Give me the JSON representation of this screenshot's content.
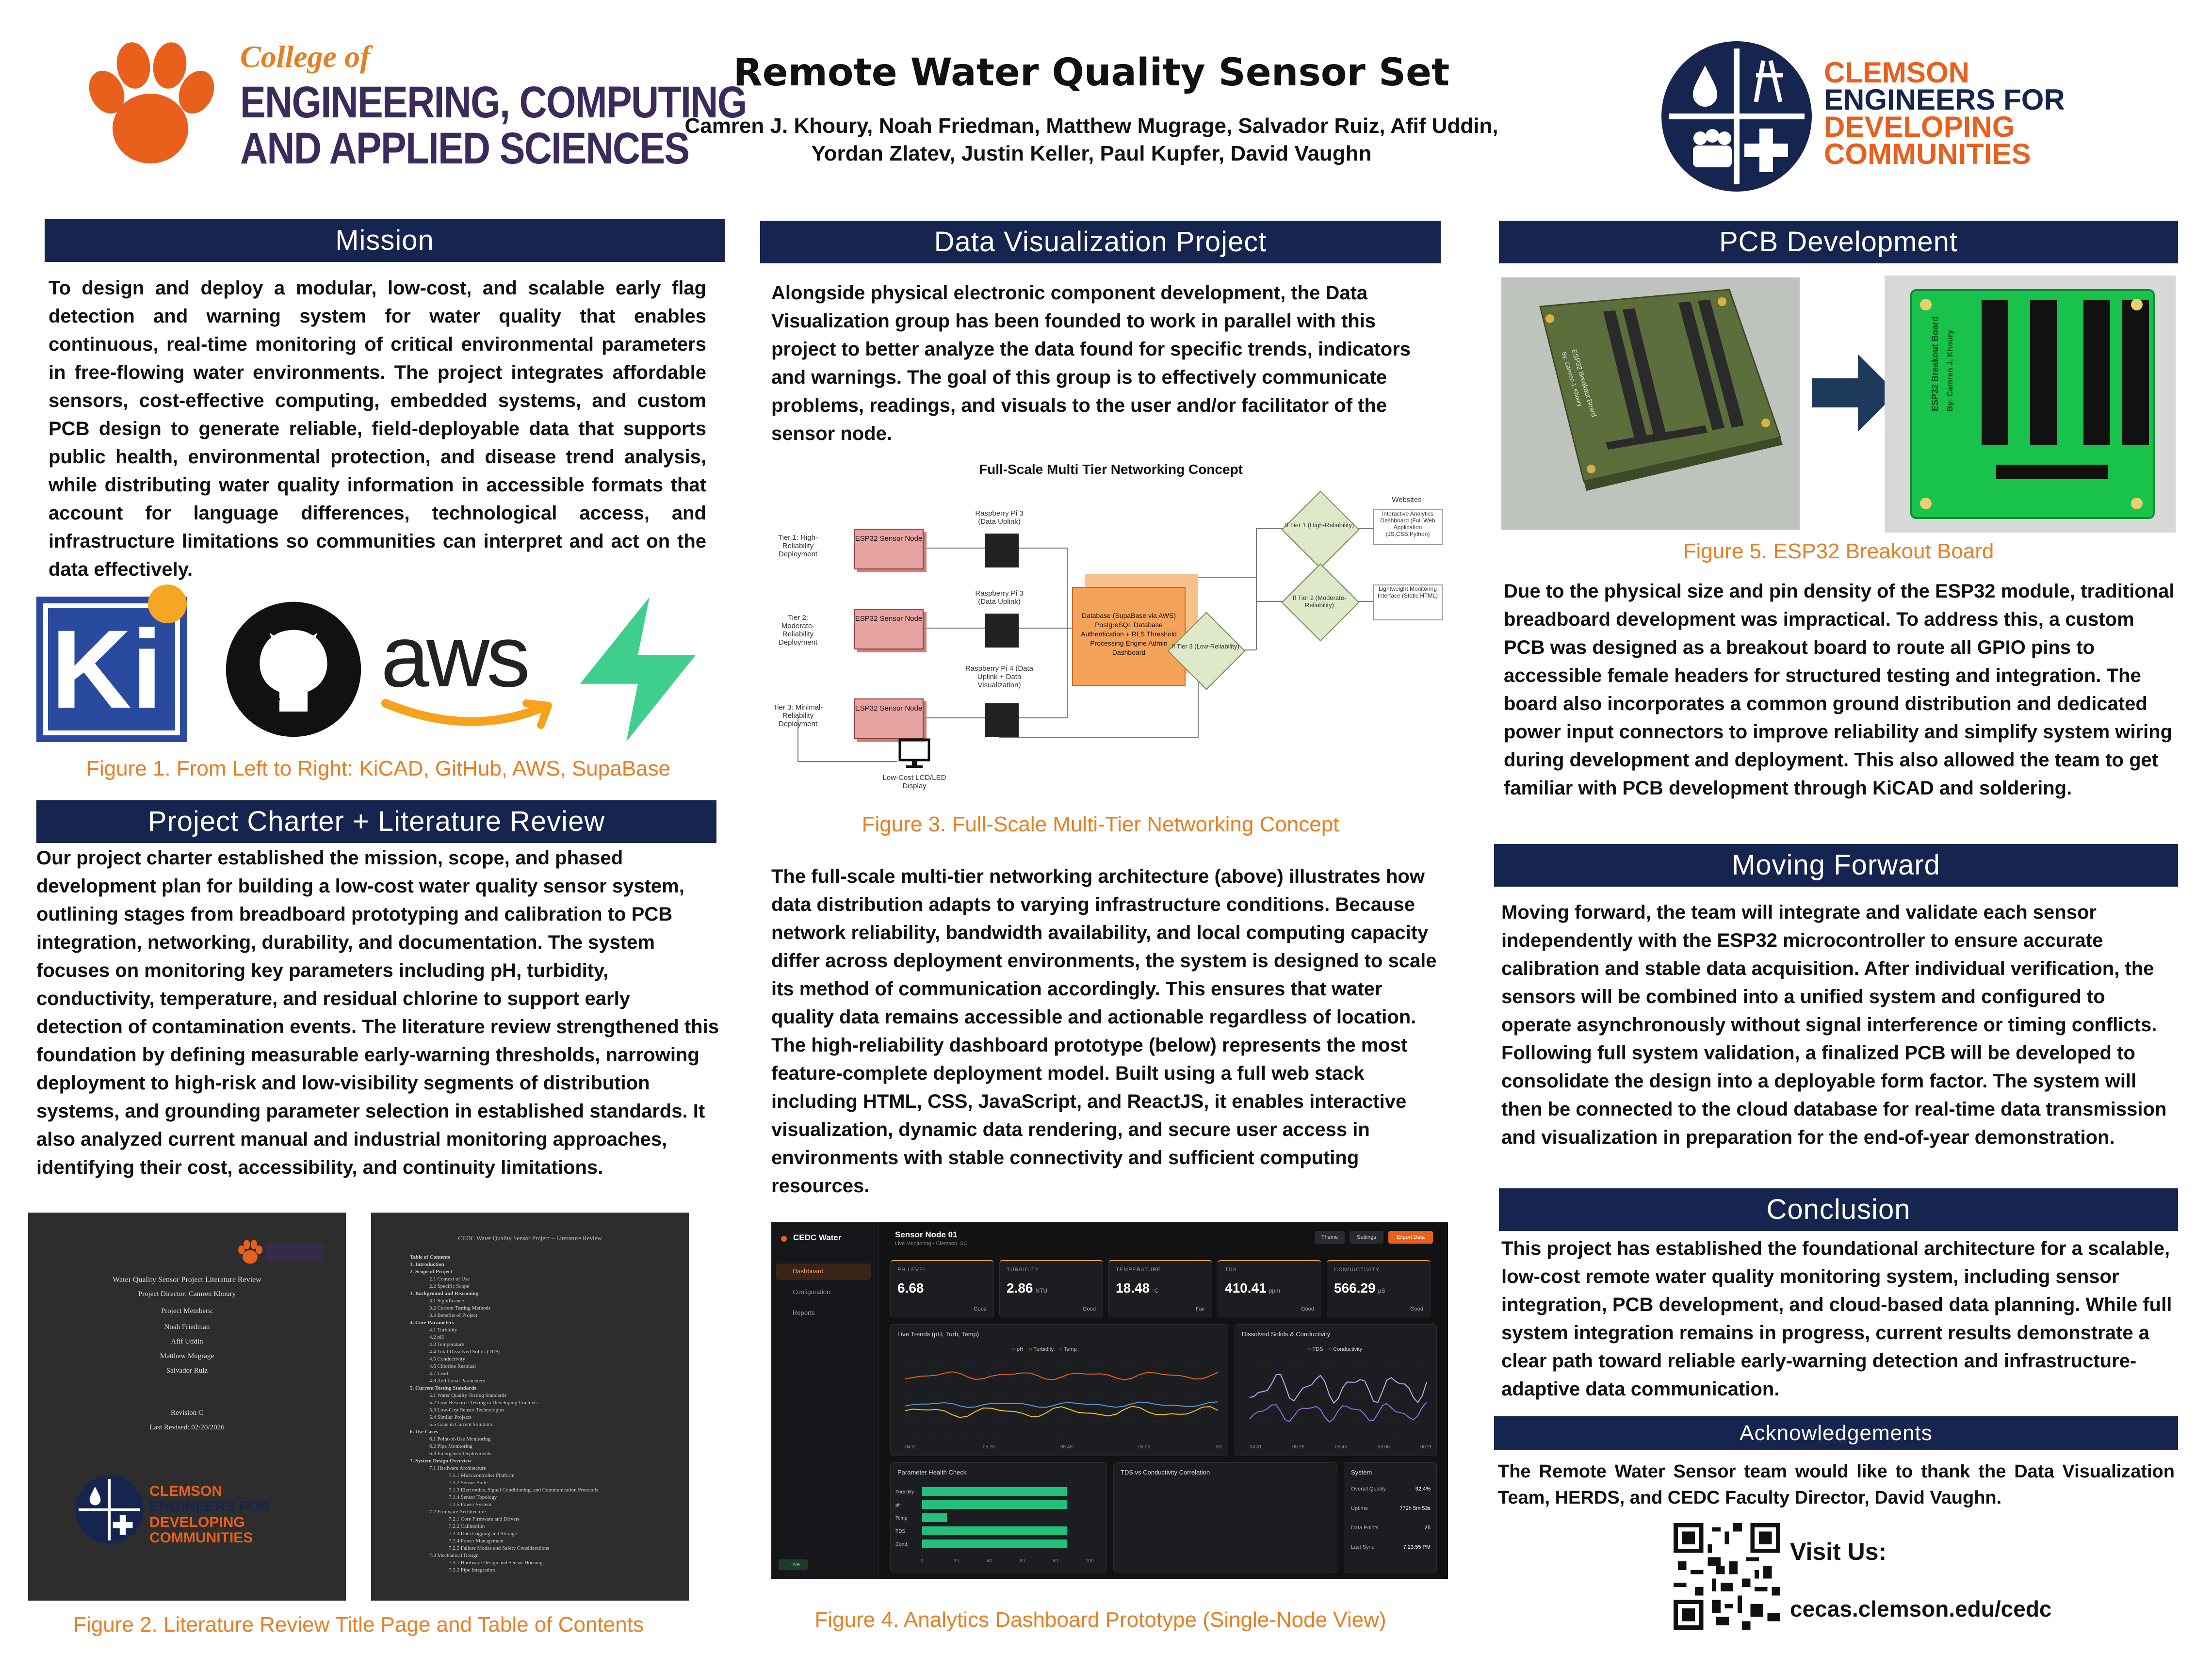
{
  "title": "Remote Water Quality Sensor Set",
  "authors_line1": "Camren J. Khoury, Noah Friedman, Matthew Mugrage, Salvador Ruiz, Afif Uddin,",
  "authors_line2": "Yordan Zlatev, Justin Keller, Paul Kupfer, David Vaughn",
  "logo_left": {
    "top": "College of",
    "line1": "ENGINEERING, COMPUTING",
    "line2": "AND APPLIED SCIENCES"
  },
  "logo_right": {
    "l1": "CLEMSON",
    "l2": "ENGINEERS FOR",
    "l3": "DEVELOPING",
    "l4": "COMMUNITIES"
  },
  "colors": {
    "header_bg": "#16254f",
    "caption": "#e67e22",
    "clemson_orange": "#e8601c"
  },
  "mission": {
    "header": "Mission",
    "text": "To design and deploy a modular, low-cost, and scalable early flag detection and warning system for water quality that enables continuous, real-time monitoring of critical environmental parameters in free-flowing water environments. The project integrates affordable sensors, cost-effective computing, embedded systems, and custom PCB design to generate reliable, field-deployable data that supports public health, environmental protection, and disease trend analysis, while distributing water quality information in accessible formats that account for language differences, technological access, and infrastructure limitations so communities can interpret and act on the data effectively."
  },
  "fig1": {
    "caption": "Figure 1.  From Left to Right: KiCAD, GitHub, AWS, SupaBase",
    "ki": "Ki",
    "aws": "aws"
  },
  "charter": {
    "header": "Project Charter + Literature Review",
    "text": "Our project charter established the mission, scope, and phased development plan for building a low-cost water quality sensor system, outlining stages from breadboard prototyping and calibration to PCB integration, networking, durability, and documentation. The system focuses on monitoring key parameters including pH, turbidity, conductivity, temperature, and residual chlorine to support early detection of contamination events. The literature review strengthened this foundation by defining measurable early-warning thresholds, narrowing deployment to high-risk and low-visibility segments of distribution systems, and grounding parameter selection in established standards. It also analyzed current manual and industrial monitoring approaches, identifying their cost, accessibility, and continuity limitations."
  },
  "fig2": {
    "caption": "Figure 2. Literature Review Title Page and Table of Contents",
    "title_page": [
      "Water Quality Sensor Project Literature Review",
      "Project Director: Camren Khoury",
      "Project Members:",
      "Noah Friedman",
      "Afif Uddin",
      "Matthew Mugrage",
      "Salvador Ruiz"
    ],
    "revision": "Revision C",
    "revised": "Last Revised: 02/20/2026",
    "toc_title": "CEDC Water Quality Sensor Project – Literature Review",
    "toc": [
      "Table of Contents",
      "1. Introduction",
      "2. Scope of Project",
      "2.1 Context of Use",
      "2.2 Specific Scope",
      "3. Background and Reasoning",
      "3.1 Significance",
      "3.2 Current Testing Methods",
      "3.3 Benefits of Project",
      "4. Core Parameters",
      "4.1 Turbidity",
      "4.2 pH",
      "4.3 Temperature",
      "4.4 Total Dissolved Solids (TDS)",
      "4.5 Conductivity",
      "4.6 Chlorine Residual",
      "4.7 Lead",
      "4.8 Additional Parameters",
      "5. Current Testing Standards",
      "5.1 Water Quality Testing Standards",
      "5.2 Low-Resource Testing in Developing Contexts",
      "5.3 Low-Cost Sensor Technologies",
      "5.4 Similar Projects",
      "5.5 Gaps in Current Solutions",
      "6. Use Cases",
      "6.1 Point-of-Use Monitoring",
      "6.2 Pipe Monitoring",
      "6.3 Emergency Deployments",
      "7. System Design Overview",
      "7.1 Hardware Architecture",
      "7.1.1 Microcontroller Platform",
      "7.1.2 Sensor Suite",
      "7.1.3 Electronics, Signal Conditioning, and Communication Protocols",
      "7.1.4 Sensor Topology",
      "7.1.5 Power System",
      "7.2 Firmware Architecture",
      "7.2.1 Core Firmware and Drivers",
      "7.2.2 Calibration",
      "7.2.3 Data Logging and Storage",
      "7.2.4 Power Management",
      "7.2.5 Failure Modes and Safety Considerations",
      "7.3 Mechanical Design",
      "7.3.1 Hardware Design and Sensor Housing",
      "7.3.2 Pipe Integration"
    ]
  },
  "dataviz": {
    "header": "Data Visualization Project",
    "text1": "Alongside physical electronic component development, the Data Visualization group has been founded to work in parallel with this project to better analyze the data found for specific trends, indicators and warnings. The goal of this group is to effectively communicate problems, readings, and visuals to the user and/or facilitator of the sensor node.",
    "text2": "The full-scale multi-tier networking architecture (above) illustrates how data distribution adapts to varying infrastructure conditions. Because network reliability, bandwidth availability, and local computing capacity differ across deployment environments, the system is designed to scale its method of communication accordingly. This ensures that water quality data remains accessible and actionable regardless of location. The high-reliability dashboard prototype (below) represents the most feature-complete deployment model. Built using a full web stack including HTML, CSS, JavaScript, and ReactJS, it enables interactive visualization, dynamic data rendering, and secure user access in environments with stable connectivity and sufficient computing resources."
  },
  "fig3": {
    "caption": "Figure 3. Full-Scale Multi-Tier Networking Concept",
    "title": "Full-Scale Multi Tier Networking Concept",
    "tier1": "Tier 1: High-Reliability Deployment",
    "tier2": "Tier 2: Moderate-Reliability Deployment",
    "tier3": "Tier 3: Minimal-Reliability Deployment",
    "node": "ESP32 Sensor Node",
    "pi1": "Raspberry Pi 3 (Data Uplink)",
    "pi2": "Raspberry Pi 3 (Data Uplink)",
    "pi3": "Raspberry Pi 4 (Data Uplink + Data Visualization)",
    "db": "Database (SupaBase via AWS) PostgreSQL Database Authentication + RLS Threshold Processing Engine Admin Dashboard",
    "d1": "If Tier 1 (High-Reliability)",
    "d2": "If Tier 2 (Moderate-Reliability)",
    "d3": "If Tier 3 (Low-Reliability)",
    "websites": "Websites",
    "w1": "Interactive Analytics Dashboard (Full Web Application (JS,CSS,Python)",
    "w2": "Lightweight Monitoring Interface (Static HTML)",
    "lcd": "Low-Cost LCD/LED Display"
  },
  "fig4": {
    "caption": "Figure 4. Analytics Dashboard Prototype (Single-Node View)",
    "brand": "CEDC Water",
    "node": "Sensor Node 01",
    "sub": "Live Monitoring • Clemson, SC",
    "btn_theme": "Theme",
    "btn_settings": "Settings",
    "btn_export": "Export Data",
    "nav": [
      "Dashboard",
      "Configuration",
      "Reports"
    ],
    "live": "Live",
    "kpis": [
      {
        "t": "PH LEVEL",
        "v": "6.68",
        "u": "",
        "s": "Good"
      },
      {
        "t": "TURBIDITY",
        "v": "2.86",
        "u": "NTU",
        "s": "Good"
      },
      {
        "t": "TEMPERATURE",
        "v": "18.48",
        "u": "°C",
        "s": "Fair"
      },
      {
        "t": "TDS",
        "v": "410.41",
        "u": "ppm",
        "s": "Good"
      },
      {
        "t": "CONDUCTIVITY",
        "v": "566.29",
        "u": "µS",
        "s": "Good"
      }
    ],
    "trends_title": "Live Trends (pH, Turb, Temp)",
    "trends_legend": [
      "pH",
      "Turbidity",
      "Temp"
    ],
    "solids_title": "Dissolved Solids & Conductivity",
    "solids_legend": [
      "TDS",
      "Conductivity"
    ],
    "health_title": "Parameter Health Check",
    "health_rows": [
      "Turbidity",
      "pH",
      "Temp",
      "TDS",
      "Cond."
    ],
    "corr_title": "TDS vs Conductivity Correlation",
    "system_title": "System",
    "system_rows": [
      {
        "k": "Overall Quality",
        "v": "92.4%"
      },
      {
        "k": "Uptime",
        "v": "772h 5m 53s"
      },
      {
        "k": "Data Points",
        "v": "25"
      },
      {
        "k": "Last Sync",
        "v": "7:23:55 PM"
      }
    ],
    "time_ticks": [
      "04:31",
      "05:26",
      "05:46",
      "06:06",
      "06:26"
    ],
    "health_ticks": [
      "0",
      "20",
      "40",
      "60",
      "80",
      "100"
    ]
  },
  "pcb": {
    "header": "PCB Development",
    "caption": "Figure 5. ESP32 Breakout Board",
    "board_label": "ESP32 Breakout Board",
    "board_by": "By: Camren J. Khoury",
    "text": "Due to the physical size and pin density of the ESP32 module, traditional breadboard development was impractical. To address this, a custom PCB was designed as a breakout board to route all GPIO pins to accessible female headers for structured testing and integration. The board also incorporates a common ground distribution and dedicated power input connectors to improve reliability and simplify system wiring during development and deployment. This also allowed the team to get familiar with PCB development through KiCAD and soldering."
  },
  "forward": {
    "header": "Moving Forward",
    "text": "Moving forward, the team will integrate and validate each sensor independently with the ESP32 microcontroller to ensure accurate calibration and stable data acquisition. After individual verification, the sensors will be combined into a unified system and configured to operate asynchronously without signal interference or timing conflicts. Following full system validation, a finalized PCB will be developed to consolidate the design into a deployable form factor. The system will then be connected to the cloud database for real-time data transmission and visualization in preparation for the end-of-year demonstration."
  },
  "conclusion": {
    "header": "Conclusion",
    "text": "This project has established the foundational architecture for a scalable, low-cost remote water quality monitoring system, including sensor integration, PCB development, and cloud-based data planning. While full system integration remains in progress, current results demonstrate a clear path toward reliable early-warning detection and infrastructure-adaptive data communication."
  },
  "ack": {
    "header": "Acknowledgements",
    "text": "The Remote Water Sensor team would like to thank the Data Visualization Team, HERDS, and CEDC Faculty Director, David Vaughn."
  },
  "visit": {
    "label": "Visit Us:",
    "url": "cecas.clemson.edu/cedc"
  }
}
